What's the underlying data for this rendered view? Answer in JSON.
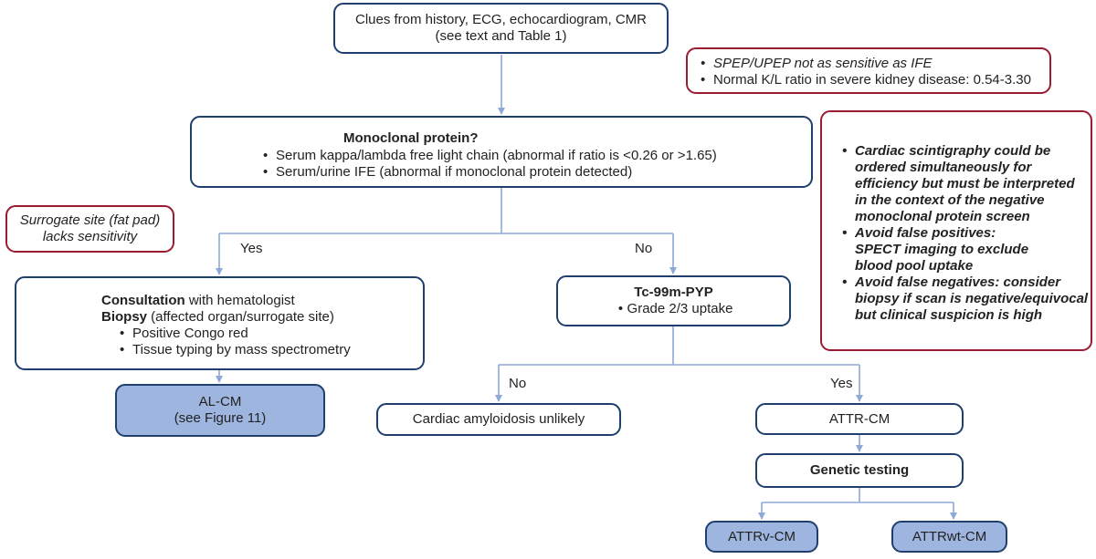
{
  "diagram": {
    "clues": {
      "line1": "Clues from history, ECG, echocardiogram, CMR",
      "line2": "(see text and Table 1)"
    },
    "spep_note": {
      "bullet1": "SPEP/UPEP not as sensitive as IFE",
      "bullet2": "Normal K/L ratio in severe kidney disease: 0.54-3.30"
    },
    "monoclonal": {
      "title": "Monoclonal protein?",
      "bullet1": "Serum kappa/lambda free light chain (abnormal if ratio is <0.26 or >1.65)",
      "bullet2": "Serum/urine IFE (abnormal if monoclonal protein detected)"
    },
    "surrogate_note": {
      "line1": "Surrogate site (fat pad)",
      "line2": "lacks sensitivity"
    },
    "scintigraphy_note": {
      "bullet1_lines": [
        "Cardiac scintigraphy could be",
        "ordered simultaneously for",
        "efficiency but must be interpreted",
        "in the context of the negative",
        "monoclonal protein screen"
      ],
      "bullet2_lines": [
        "Avoid false positives:",
        "SPECT imaging to exclude",
        "blood pool uptake"
      ],
      "bullet3_lines": [
        "Avoid false negatives: consider",
        "biopsy if scan is negative/equivocal",
        "but clinical suspicion is high"
      ]
    },
    "branch_labels": {
      "yes_left": "Yes",
      "no_right": "No",
      "no_pyp": "No",
      "yes_pyp": "Yes"
    },
    "consultation": {
      "line1_bold": "Consultation",
      "line1_rest": " with hematologist",
      "line2_bold": "Biopsy",
      "line2_rest": " (affected organ/surrogate site)",
      "bullet1": "Positive Congo red",
      "bullet2": "Tissue typing by mass spectrometry"
    },
    "pyp": {
      "title": "Tc-99m-PYP",
      "bullet1": "Grade 2/3 uptake"
    },
    "alcm": {
      "line1": "AL-CM",
      "line2": "(see Figure 11)"
    },
    "unlikely": "Cardiac amyloidosis unlikely",
    "attr": "ATTR-CM",
    "genetic": "Genetic testing",
    "attrv": "ATTRv-CM",
    "attrwt": "ATTRwt-CM",
    "bullet_char": "•"
  },
  "colors": {
    "box_border": "#1f3f6e",
    "note_border": "#9b1b30",
    "filled_box": "#9db5df",
    "connector": "#8ea9d8"
  }
}
